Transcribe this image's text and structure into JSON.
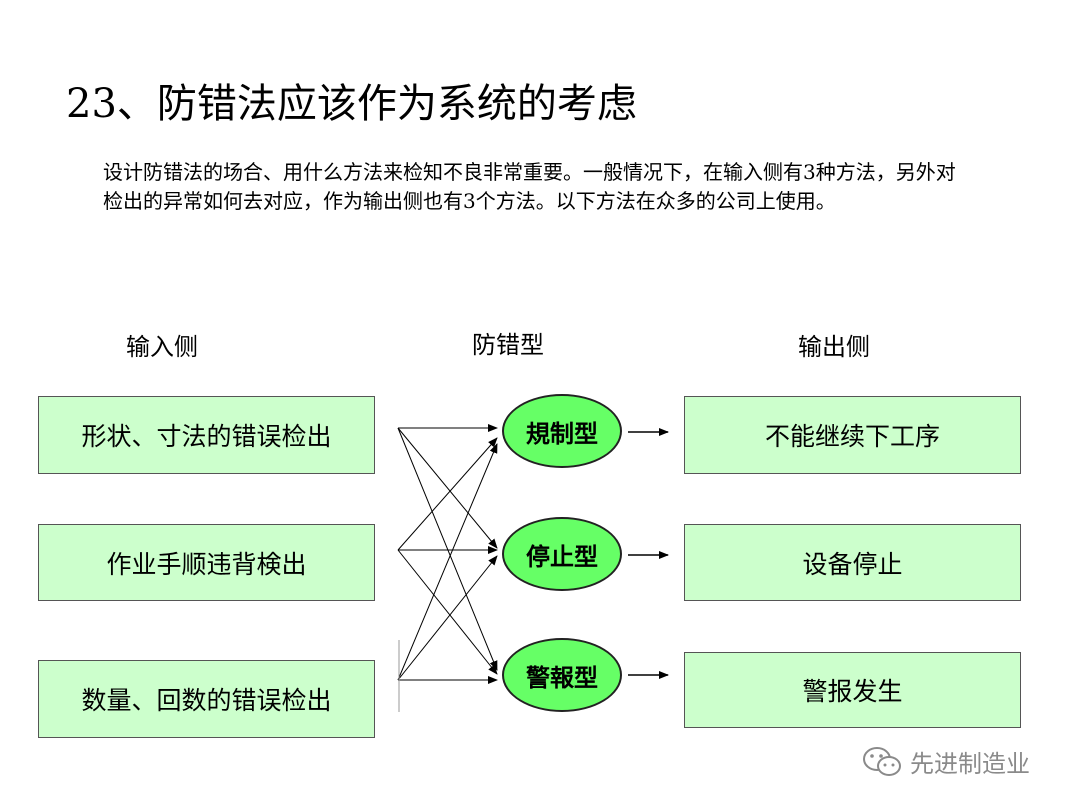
{
  "title": "23、防错法应该作为系统的考虑",
  "description": "设计防错法的场合、用什么方法来检知不良非常重要。一般情况下，在输入侧有3种方法，另外对检出的异常如何去对应，作为输出侧也有3个方法。以下方法在众多的公司上使用。",
  "headers": {
    "input": "输入侧",
    "type": "防错型",
    "output": "输出侧"
  },
  "inputs": [
    "形状、寸法的错误检出",
    "作业手顺违背検出",
    "数量、回数的错误检出"
  ],
  "types": [
    "規制型",
    "停止型",
    "警報型"
  ],
  "outputs": [
    "不能继续下工序",
    "设备停止",
    "警报发生"
  ],
  "watermark": {
    "icon": "wechat-icon",
    "text": "先进制造业"
  },
  "colors": {
    "box_fill": "#ccffcc",
    "oval_fill": "#66ff66"
  }
}
